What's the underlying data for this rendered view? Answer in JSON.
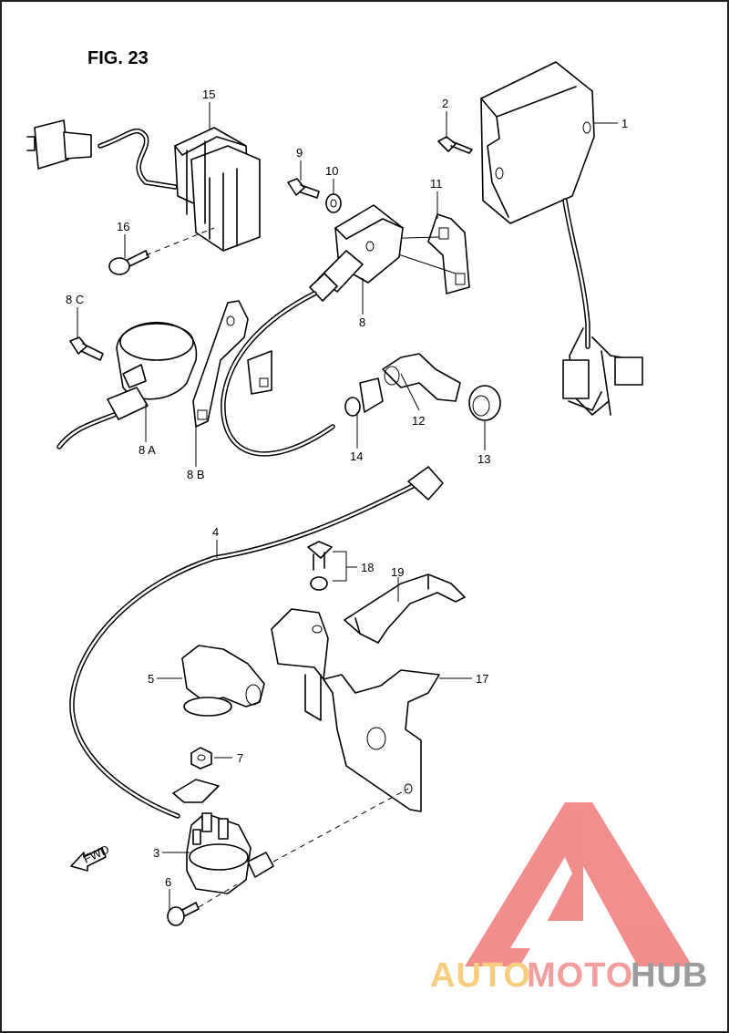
{
  "figure": {
    "title": "FIG. 23"
  },
  "parts": [
    {
      "id": "p1",
      "label": "1"
    },
    {
      "id": "p2",
      "label": "2"
    },
    {
      "id": "p3",
      "label": "3"
    },
    {
      "id": "p4",
      "label": "4"
    },
    {
      "id": "p5",
      "label": "5"
    },
    {
      "id": "p6",
      "label": "6"
    },
    {
      "id": "p7",
      "label": "7"
    },
    {
      "id": "p8",
      "label": "8"
    },
    {
      "id": "p8a",
      "label": "8 A"
    },
    {
      "id": "p8b",
      "label": "8 B"
    },
    {
      "id": "p8c",
      "label": "8 C"
    },
    {
      "id": "p9",
      "label": "9"
    },
    {
      "id": "p10",
      "label": "10"
    },
    {
      "id": "p11",
      "label": "11"
    },
    {
      "id": "p12",
      "label": "12"
    },
    {
      "id": "p13",
      "label": "13"
    },
    {
      "id": "p14",
      "label": "14"
    },
    {
      "id": "p15",
      "label": "15"
    },
    {
      "id": "p16",
      "label": "16"
    },
    {
      "id": "p17",
      "label": "17"
    },
    {
      "id": "p18",
      "label": "18"
    },
    {
      "id": "p19",
      "label": "19"
    }
  ],
  "direction_marker": {
    "label": "FWD"
  },
  "watermark": {
    "brand_parts": [
      "AUTO",
      "MOTO",
      "HUB"
    ],
    "colors": {
      "triangle": "#f07a7a",
      "auto": "#f6c56a",
      "moto": "#f28c8c",
      "hub": "#8a8a8a"
    }
  }
}
